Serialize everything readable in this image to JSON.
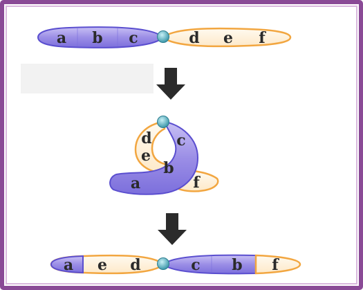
{
  "colors": {
    "frame_outer": "#8a4a96",
    "frame_inner": "#d9b8dd",
    "arm_purple": "#9b8ee6",
    "arm_purple_edge": "#5a4ecf",
    "arm_orange": "#fff3df",
    "arm_orange_edge": "#f2a640",
    "centromere": "#4fb3c4",
    "arrow": "#2b2b2b",
    "blank_box": "#f2f2f2"
  },
  "chromosomes": {
    "original": {
      "left_arm": [
        "a",
        "b",
        "c"
      ],
      "right_arm": [
        "d",
        "e",
        "f"
      ]
    },
    "loop": {
      "inner": [
        "d",
        "e"
      ],
      "outer": [
        "c",
        "b"
      ],
      "tail_left": "a",
      "tail_right": "f"
    },
    "result": {
      "left_arm": [
        "a",
        "e",
        "d"
      ],
      "right_arm": [
        "c",
        "b",
        "f"
      ]
    }
  },
  "arrows": [
    "arrow-down",
    "arrow-down"
  ]
}
